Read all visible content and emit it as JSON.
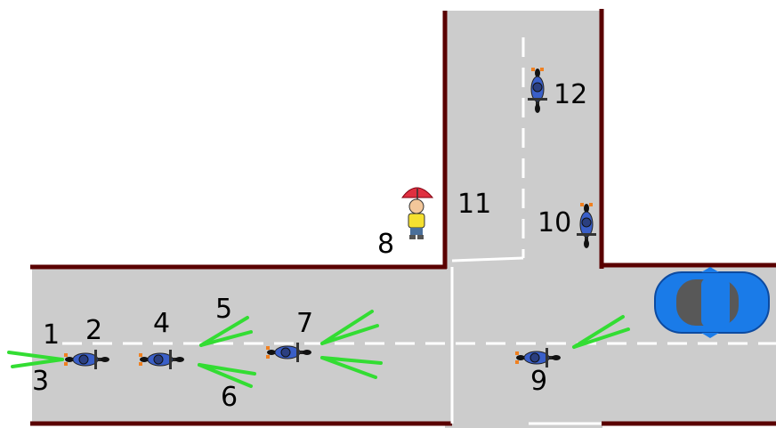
{
  "colors": {
    "road": "#cccccc",
    "curb": "#5a0000",
    "lane_marking": "#ffffff",
    "stop_line": "#ffffff",
    "signal_rays": "#33dd33",
    "car": "#1a7be8",
    "motorcycle": "#3a5fc8",
    "pedestrian_umbrella": "#e03040",
    "pedestrian_jacket": "#f5e030"
  },
  "labels": [
    "1",
    "2",
    "3",
    "4",
    "5",
    "6",
    "7",
    "8",
    "9",
    "10",
    "11",
    "12"
  ],
  "icons": {
    "motorcycle": "motorcycle-icon",
    "car": "car-icon",
    "pedestrian": "pedestrian-icon"
  }
}
